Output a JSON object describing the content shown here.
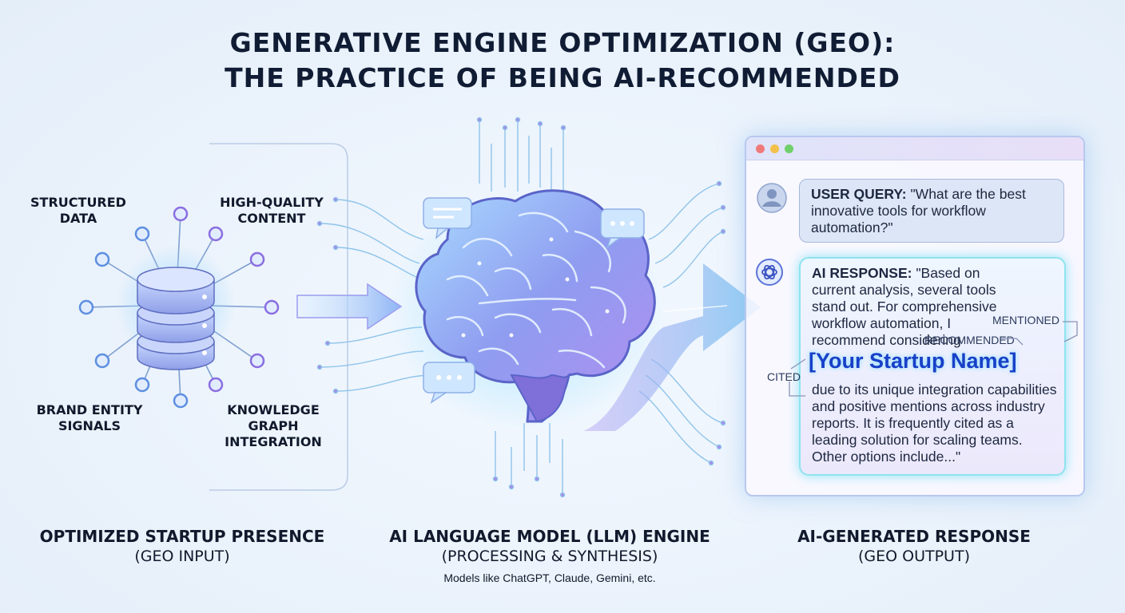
{
  "title": {
    "line1": "GENERATIVE ENGINE OPTIMIZATION (GEO):",
    "line2": "THE PRACTICE OF BEING AI-RECOMMENDED"
  },
  "input": {
    "labels": {
      "structured_data": "STRUCTURED\nDATA",
      "high_quality_content": "HIGH-QUALITY\nCONTENT",
      "brand_entity_signals": "BRAND ENTITY\nSIGNALS",
      "knowledge_graph": "KNOWLEDGE\nGRAPH\nINTEGRATION"
    },
    "caption": "OPTIMIZED STARTUP PRESENCE",
    "subcaption": "(GEO INPUT)"
  },
  "engine": {
    "caption": "AI LANGUAGE MODEL (LLM) ENGINE",
    "subcaption": "(PROCESSING & SYNTHESIS)",
    "note": "Models like ChatGPT, Claude, Gemini, etc."
  },
  "output": {
    "caption": "AI-GENERATED RESPONSE",
    "subcaption": "(GEO OUTPUT)",
    "user_query_label": "USER QUERY:",
    "user_query_text": " \"What are the best innovative tools for workflow automation?\"",
    "ai_response_label": "AI RESPONSE:",
    "ai_response_before": " \"Based on current analysis, several tools stand out. For comprehensive workflow automation, I recommend considering",
    "startup_name": "[Your Startup Name]",
    "ai_response_after": "due to its unique integration capabilities and positive mentions across industry reports. It is frequently cited as a leading solution for scaling teams. Other options include...\"",
    "tag_mentioned": "MENTIONED",
    "tag_recommended": "RECOMMENDED",
    "tag_cited": "CITED"
  },
  "colors": {
    "window_close": "#f07a7a",
    "window_minimize": "#f3c04c",
    "window_maximize": "#6fcf6a",
    "highlight_blue": "#1840c8",
    "glow_cyan": "#8fe3ef"
  },
  "icons": [
    "database-icon",
    "brain-icon",
    "chat-bubble-icon",
    "user-avatar-icon",
    "ai-logo-icon",
    "award-badge-icon",
    "thumbs-up-icon",
    "arrow-right-icon"
  ]
}
